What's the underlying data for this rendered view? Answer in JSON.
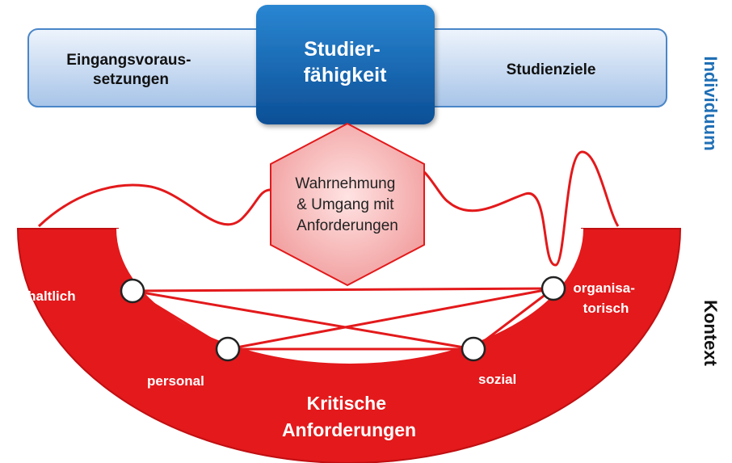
{
  "top_bar": {
    "left_text": [
      "Eingangsvoraus-",
      "setzungen"
    ],
    "center_text": [
      "Studier-",
      "fähigkeit"
    ],
    "right_text": "Studienziele"
  },
  "hexagon": {
    "text": [
      "Wahrnehmung",
      "& Umgang mit",
      "Anforderungen"
    ]
  },
  "bowl": {
    "title": [
      "Kritische",
      "Anforderungen"
    ]
  },
  "nodes": {
    "inhaltlich": "inhaltlich",
    "personal": "personal",
    "sozial": "sozial",
    "organisatorisch": [
      "organisa-",
      "torisch"
    ]
  },
  "side_labels": {
    "top": "Individuum",
    "bottom": "Kontext"
  },
  "colors": {
    "bar_fill_light": "#e4eefa",
    "bar_fill_dark": "#a9c6ea",
    "bar_stroke": "#4a86c8",
    "center_box": "#1466b4",
    "accent_blue": "#1f6fb5",
    "red": "#e3191b",
    "hexagon_fill": "#f6b1b1"
  }
}
